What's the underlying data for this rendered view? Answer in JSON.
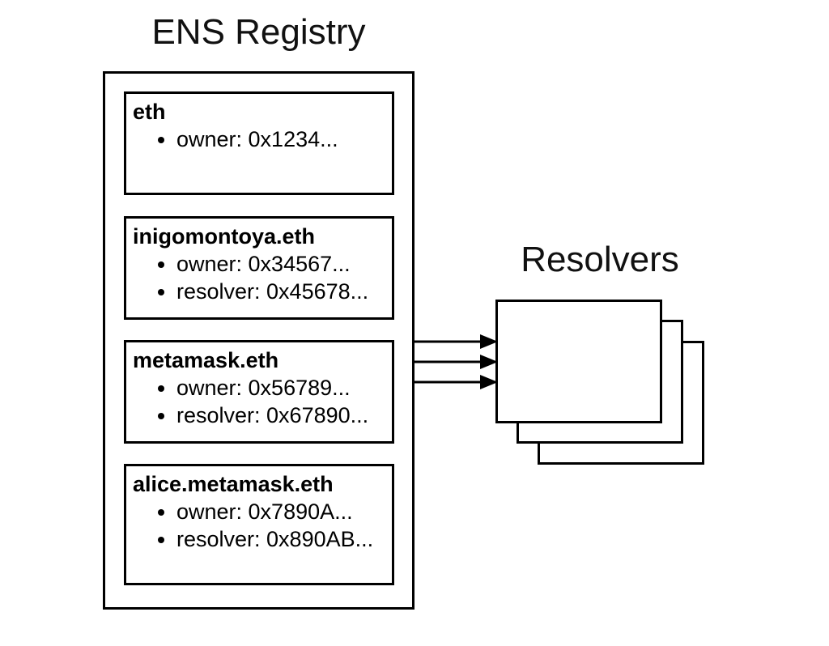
{
  "page": {
    "background_color": "#ffffff",
    "line_color": "#000000",
    "text_color": "#000000"
  },
  "registry": {
    "title": "ENS Registry",
    "records": [
      {
        "name": "eth",
        "properties": [
          "owner: 0x1234..."
        ]
      },
      {
        "name": "inigomontoya.eth",
        "properties": [
          "owner: 0x34567...",
          "resolver: 0x45678..."
        ]
      },
      {
        "name": "metamask.eth",
        "properties": [
          "owner: 0x56789...",
          "resolver: 0x67890..."
        ]
      },
      {
        "name": "alice.metamask.eth",
        "properties": [
          "owner: 0x7890A...",
          "resolver: 0x890AB..."
        ]
      }
    ]
  },
  "resolvers": {
    "title": "Resolvers",
    "stack_count": 3
  },
  "connections": {
    "arrow_count": 3,
    "from": "ENS Registry",
    "to": "Resolvers"
  }
}
